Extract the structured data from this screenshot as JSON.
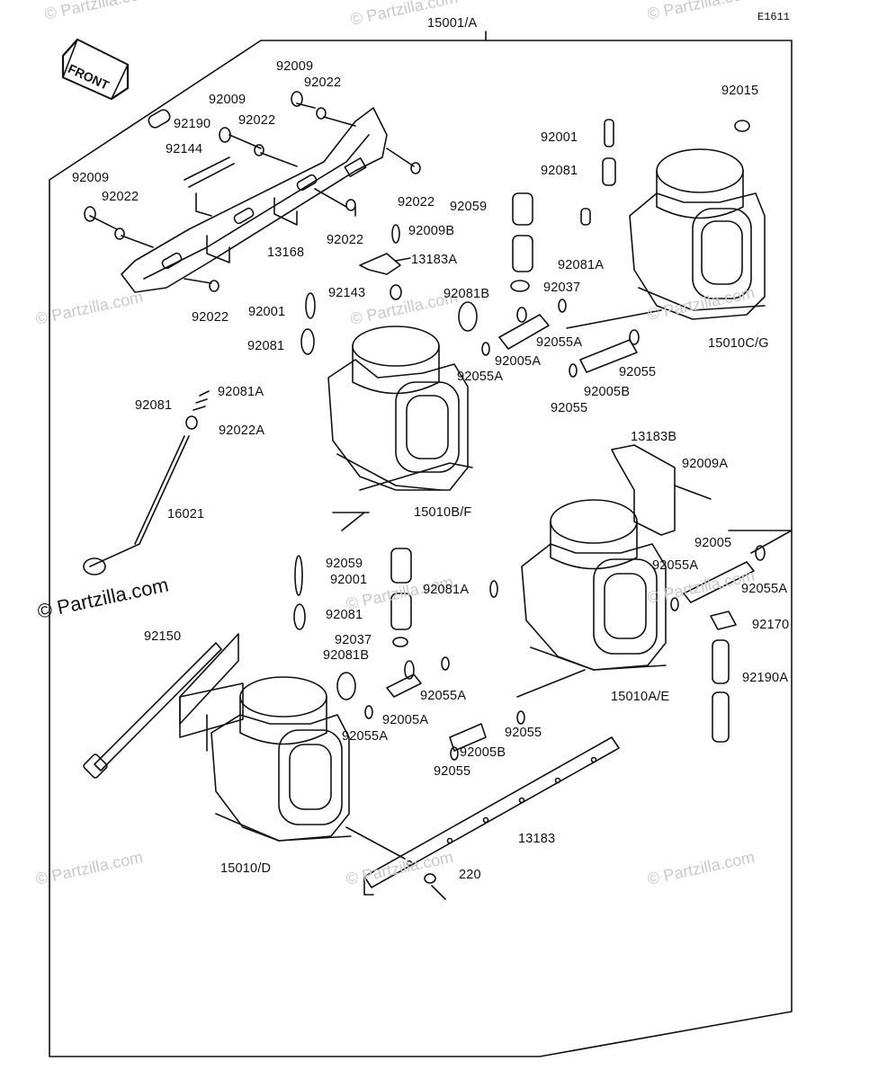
{
  "diagram_code": "E1611",
  "front_badge": "FRONT",
  "watermark": {
    "text": "© Partzilla.com",
    "text_main": "© Partzilla.com"
  },
  "parts": [
    "15001/A",
    "92009",
    "92022",
    "92009",
    "92022",
    "92190",
    "92144",
    "92009",
    "92022",
    "13168",
    "92022",
    "92022",
    "92009B",
    "13183A",
    "92022",
    "92015",
    "92001",
    "92081",
    "92059",
    "92081A",
    "92037",
    "92143",
    "92001",
    "92081B",
    "92081",
    "92055A",
    "92005A",
    "92055A",
    "92055",
    "92081A",
    "92005B",
    "92055",
    "15010C/G",
    "92081",
    "92022A",
    "15010B/F",
    "16021",
    "13183B",
    "92009A",
    "92005",
    "92059",
    "92001",
    "92055A",
    "92081A",
    "92055A",
    "92081",
    "92170",
    "92037",
    "92081B",
    "92150",
    "92055A",
    "92005A",
    "92190A",
    "92055A",
    "92055",
    "15010A/E",
    "92005B",
    "92055",
    "13183",
    "220",
    "15010/D"
  ]
}
